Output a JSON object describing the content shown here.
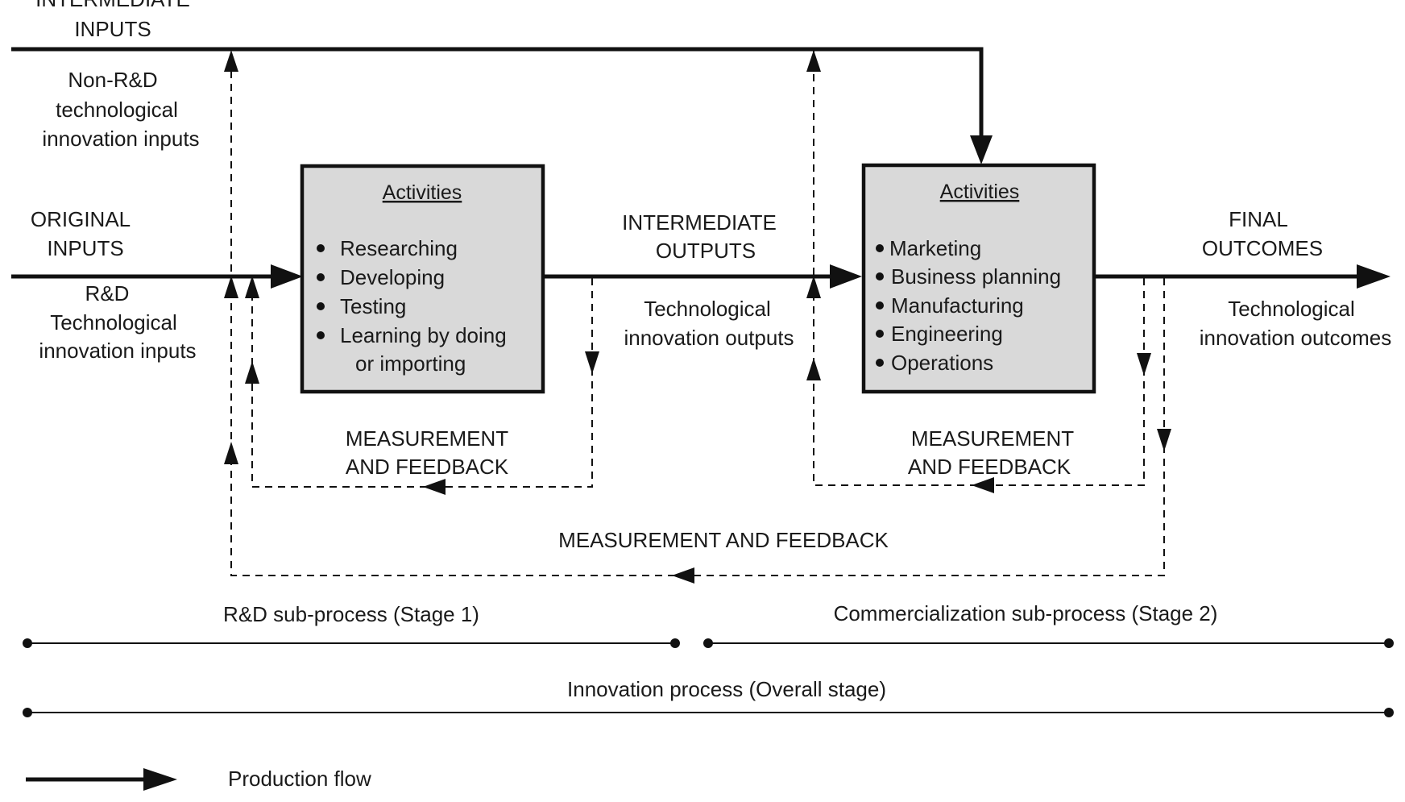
{
  "labels": {
    "intermediate_inputs": [
      "INTERMEDIATE",
      "INPUTS"
    ],
    "non_rd_inputs": [
      "Non-R&D",
      "technological",
      "innovation inputs"
    ],
    "original_inputs": [
      "ORIGINAL",
      "INPUTS"
    ],
    "rd_inputs": [
      "R&D",
      "Technological",
      "innovation inputs"
    ],
    "intermediate_outputs": [
      "INTERMEDIATE",
      "OUTPUTS"
    ],
    "tech_innovation_outputs": [
      "Technological",
      "innovation outputs"
    ],
    "final_outcomes": [
      "FINAL",
      "OUTCOMES"
    ],
    "tech_innovation_outcomes": [
      "Technological",
      "innovation outcomes"
    ],
    "feedback_stage1": [
      "MEASUREMENT",
      "AND FEEDBACK"
    ],
    "feedback_stage2": [
      "MEASUREMENT",
      "AND FEEDBACK"
    ],
    "feedback_overall": "MEASUREMENT AND FEEDBACK"
  },
  "box1": {
    "title": "Activities",
    "items": [
      "Researching",
      "Developing",
      "Testing",
      "Learning by doing",
      "or importing"
    ]
  },
  "box2": {
    "title": "Activities",
    "items": [
      "Marketing",
      "Business planning",
      "Manufacturing",
      "Engineering",
      "Operations"
    ]
  },
  "stages": {
    "stage1": "R&D sub-process (Stage 1)",
    "stage2": "Commercialization sub-process (Stage 2)",
    "overall": "Innovation process (Overall stage)"
  },
  "legend": {
    "production_flow": "Production flow"
  }
}
